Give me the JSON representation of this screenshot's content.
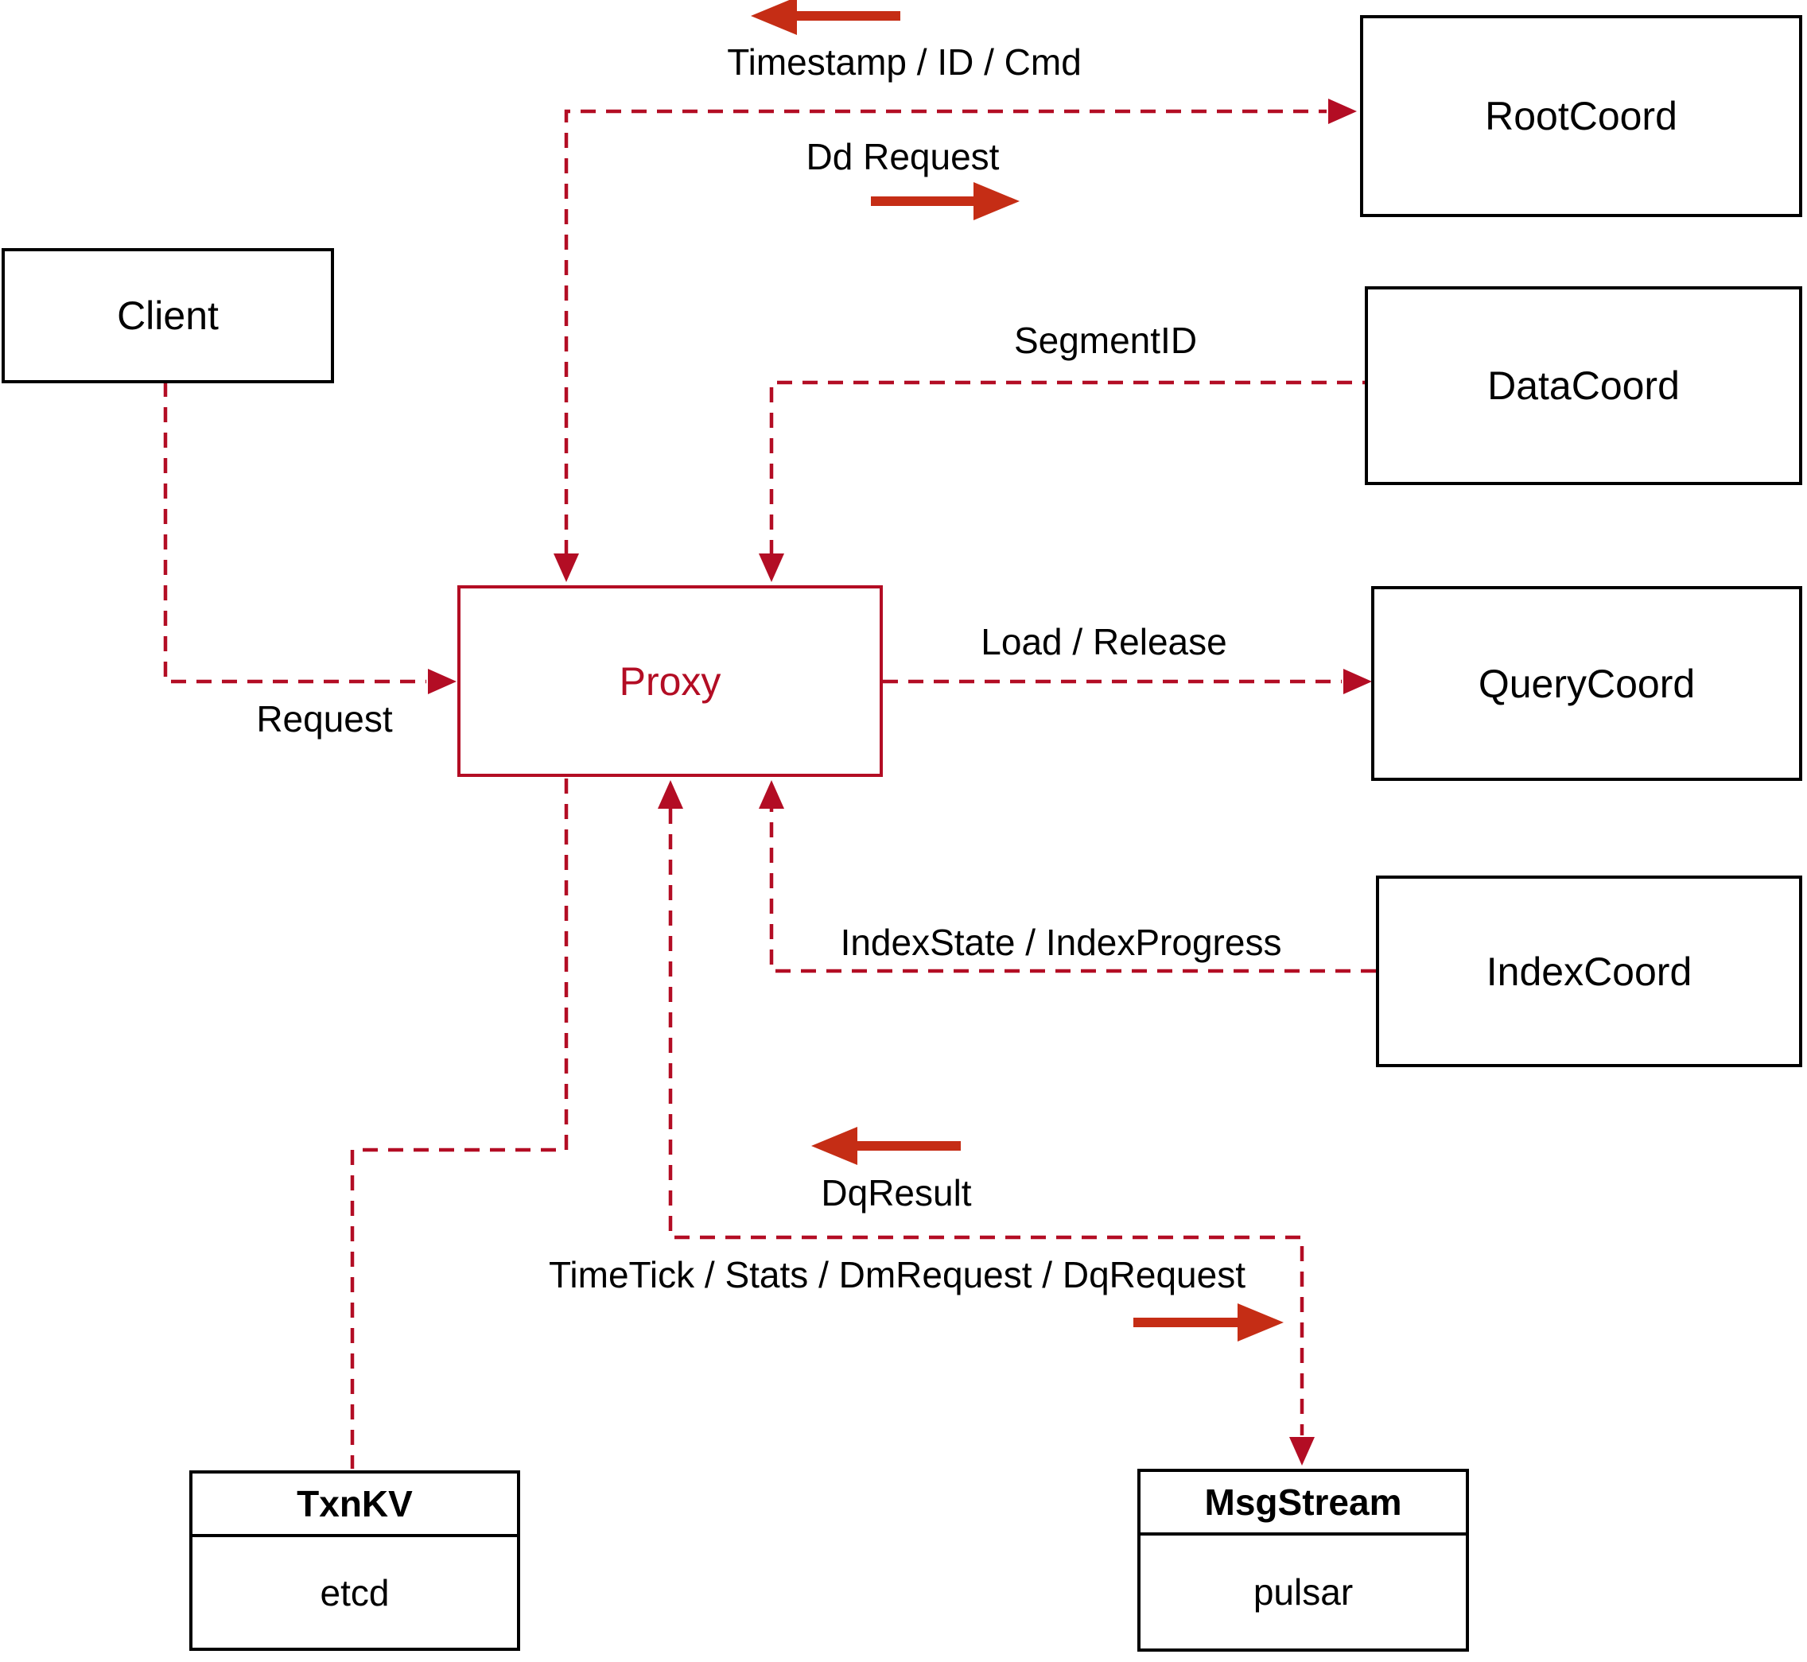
{
  "diagram": {
    "nodes": {
      "client": {
        "label": "Client"
      },
      "root_coord": {
        "label": "RootCoord"
      },
      "data_coord": {
        "label": "DataCoord"
      },
      "query_coord": {
        "label": "QueryCoord"
      },
      "index_coord": {
        "label": "IndexCoord"
      },
      "proxy": {
        "label": "Proxy"
      },
      "txn_kv": {
        "title": "TxnKV",
        "impl": "etcd"
      },
      "msg_stream": {
        "title": "MsgStream",
        "impl": "pulsar"
      }
    },
    "edge_labels": {
      "timestamp_id_cmd": "Timestamp / ID / Cmd",
      "dd_request": "Dd Request",
      "segment_id": "SegmentID",
      "load_release": "Load / Release",
      "request": "Request",
      "index_state": "IndexState / IndexProgress",
      "dq_result": "DqResult",
      "time_tick": "TimeTick / Stats / DmRequest / DqRequest"
    },
    "colors": {
      "line_red": "#b30d24",
      "arrow_red": "#c52d15",
      "box_border": "#000000",
      "text": "#000000",
      "bg": "#ffffff"
    }
  }
}
